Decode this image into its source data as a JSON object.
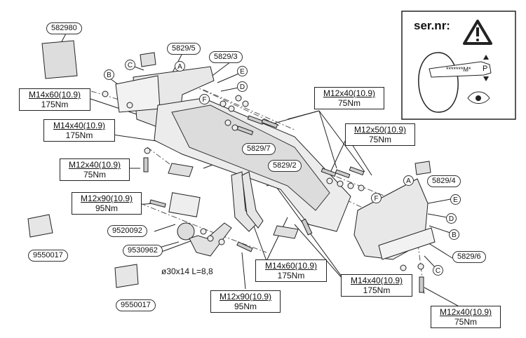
{
  "serial_box": {
    "title": "ser.nr:",
    "stamp": "*******M*",
    "mark": "P"
  },
  "part_numbers": {
    "top_left": "582980",
    "kit_529_5": "5829/5",
    "kit_529_3": "5829/3",
    "kit_529_7": "5829/7",
    "kit_529_2": "5829/2",
    "kit_529_4": "5829/4",
    "kit_529_6": "5829/6",
    "socket": "9520092",
    "ball": "9530962",
    "module_left": "9550017",
    "module_bottom": "9550017"
  },
  "letters": [
    "A",
    "B",
    "C",
    "D",
    "E",
    "F"
  ],
  "specs": {
    "m14x60_left": {
      "size": "M14x60(10.9)",
      "torque": "175Nm"
    },
    "m14x40_left": {
      "size": "M14x40(10.9)",
      "torque": "175Nm"
    },
    "m12x40_left": {
      "size": "M12x40(10.9)",
      "torque": "75Nm"
    },
    "m12x90_left": {
      "size": "M12x90(10.9)",
      "torque": "95Nm"
    },
    "m12x40_top": {
      "size": "M12x40(10.9)",
      "torque": "75Nm"
    },
    "m12x50_right": {
      "size": "M12x50(10.9)",
      "torque": "75Nm"
    },
    "m14x60_mid": {
      "size": "M14x60(10.9)",
      "torque": "175Nm"
    },
    "m12x90_bottom": {
      "size": "M12x90(10.9)",
      "torque": "95Nm"
    },
    "m14x40_bottom": {
      "size": "M14x40(10.9)",
      "torque": "175Nm"
    },
    "m12x40_bottom_right": {
      "size": "M12x40(10.9)",
      "torque": "75Nm"
    }
  },
  "pin_note": "ø30x14 L=8,8"
}
